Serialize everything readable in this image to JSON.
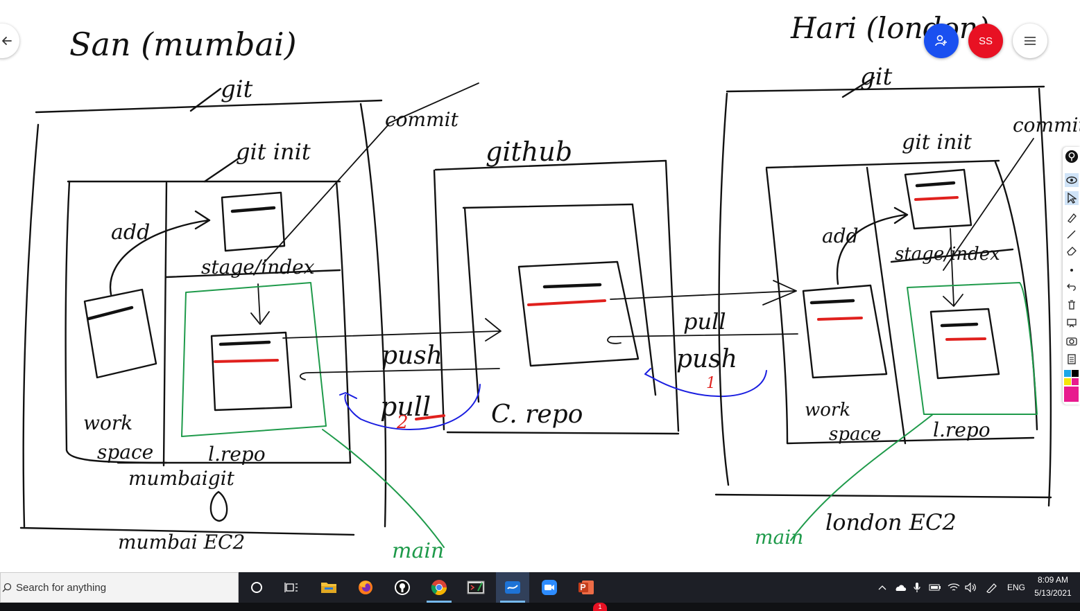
{
  "whiteboard": {
    "left_owner": "San (mumbai)",
    "right_owner": "Hari (london)",
    "git_label": "git",
    "git_init": "git init",
    "commit": "commit",
    "add": "add",
    "stage_index": "stage/index",
    "workspace_a": "work",
    "workspace_b": "space",
    "local_repo": "l.repo",
    "mumbai_git": "mumbaigit",
    "mumbai_ec2": "mumbai EC2",
    "london_ec2": "london EC2",
    "github": "github",
    "central_repo": "C. repo",
    "push": "push",
    "pull": "pull",
    "num_one": "1",
    "num_two": "2",
    "main": "main"
  },
  "meeting": {
    "avatar_initials": "SS"
  },
  "taskbar": {
    "search_placeholder": "Search for anything",
    "language": "ENG",
    "time": "8:09 AM",
    "date": "5/13/2021",
    "notification_count": "1"
  },
  "colors": {
    "ink": "#111111",
    "red_ink": "#e0201d",
    "green_ink": "#1e9a4a",
    "blue_ink": "#1a1ee0",
    "add_person": "#1a50f0",
    "avatar": "#e81123",
    "taskbar": "#1d1f26"
  },
  "icons": [
    "back-arrow-icon",
    "add-person-icon",
    "hamburger-menu-icon",
    "cortana-icon",
    "task-view-icon",
    "file-explorer-icon",
    "firefox-icon",
    "github-desktop-icon",
    "chrome-icon",
    "terminal-icon",
    "whiteboard-app-icon",
    "zoom-icon",
    "powerpoint-icon"
  ]
}
